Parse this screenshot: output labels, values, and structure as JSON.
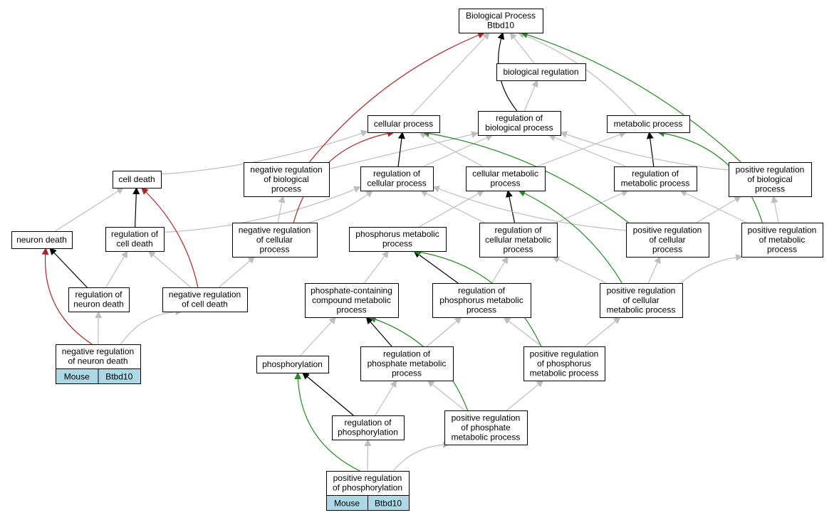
{
  "colors": {
    "is_a": "#bebebe",
    "regulates": "#000000",
    "negatively_regulates": "#b22222",
    "positively_regulates": "#228b22",
    "annotation_fill": "#add8e6"
  },
  "nodes": {
    "bp": [
      "Biological Process",
      "Btbd10"
    ],
    "bioreg": [
      "biological regulation"
    ],
    "cellproc": [
      "cellular process"
    ],
    "regbio": [
      "regulation of",
      "biological process"
    ],
    "metproc": [
      "metabolic process"
    ],
    "celldeath": [
      "cell death"
    ],
    "negregbio": [
      "negative regulation",
      "of biological",
      "process"
    ],
    "regcell": [
      "regulation of",
      "cellular process"
    ],
    "cellmet": [
      "cellular metabolic",
      "process"
    ],
    "regmet": [
      "regulation of",
      "metabolic process"
    ],
    "posregbio": [
      "positive regulation",
      "of biological",
      "process"
    ],
    "neurondeath": [
      "neuron death"
    ],
    "regcelldeath": [
      "regulation of",
      "cell death"
    ],
    "negregcellproc": [
      "negative regulation",
      "of cellular",
      "process"
    ],
    "phosmet": [
      "phosphorus metabolic",
      "process"
    ],
    "regcellmet": [
      "regulation of",
      "cellular metabolic",
      "process"
    ],
    "posregcell": [
      "positive regulation",
      "of cellular",
      "process"
    ],
    "posregmet": [
      "positive regulation",
      "of metabolic",
      "process"
    ],
    "regneurondeath": [
      "regulation of",
      "neuron death"
    ],
    "negregcelldeath": [
      "negative regulation",
      "of cell death"
    ],
    "phoscontaining": [
      "phosphate-containing",
      "compound metabolic",
      "process"
    ],
    "regphosmet": [
      "regulation of",
      "phosphorus metabolic",
      "process"
    ],
    "posregcellmet": [
      "positive regulation",
      "of cellular",
      "metabolic process"
    ],
    "negregneurondeath": [
      "negative regulation",
      "of neuron death"
    ],
    "phosphorylation": [
      "phosphorylation"
    ],
    "regphosphatemet": [
      "regulation of",
      "phosphate metabolic",
      "process"
    ],
    "posregphosmet": [
      "positive regulation",
      "of phosphorus",
      "metabolic process"
    ],
    "regphosphorylation": [
      "regulation of",
      "phosphorylation"
    ],
    "posregphosphatemet": [
      "positive regulation",
      "of phosphate",
      "metabolic process"
    ],
    "posregphosphorylation": [
      "positive regulation",
      "of phosphorylation"
    ]
  },
  "annotations": [
    {
      "node": "negregneurondeath",
      "organism": "Mouse",
      "gene": "Btbd10"
    },
    {
      "node": "posregphosphorylation",
      "organism": "Mouse",
      "gene": "Btbd10"
    }
  ],
  "edges": [
    {
      "from": "bioreg",
      "to": "bp",
      "type": "is_a"
    },
    {
      "from": "cellproc",
      "to": "bp",
      "type": "is_a"
    },
    {
      "from": "metproc",
      "to": "bp",
      "type": "is_a"
    },
    {
      "from": "regbio",
      "to": "bioreg",
      "type": "is_a"
    },
    {
      "from": "regbio",
      "to": "bp",
      "type": "regulates"
    },
    {
      "from": "celldeath",
      "to": "cellproc",
      "type": "is_a"
    },
    {
      "from": "negregbio",
      "to": "regbio",
      "type": "is_a"
    },
    {
      "from": "negregbio",
      "to": "bp",
      "type": "negatively_regulates"
    },
    {
      "from": "regcell",
      "to": "regbio",
      "type": "is_a"
    },
    {
      "from": "regcell",
      "to": "cellproc",
      "type": "regulates"
    },
    {
      "from": "cellmet",
      "to": "cellproc",
      "type": "is_a"
    },
    {
      "from": "cellmet",
      "to": "metproc",
      "type": "is_a"
    },
    {
      "from": "regmet",
      "to": "regbio",
      "type": "is_a"
    },
    {
      "from": "regmet",
      "to": "metproc",
      "type": "regulates"
    },
    {
      "from": "posregbio",
      "to": "regbio",
      "type": "is_a"
    },
    {
      "from": "posregbio",
      "to": "bp",
      "type": "positively_regulates"
    },
    {
      "from": "neurondeath",
      "to": "celldeath",
      "type": "is_a"
    },
    {
      "from": "regcelldeath",
      "to": "celldeath",
      "type": "regulates"
    },
    {
      "from": "regcelldeath",
      "to": "regcell",
      "type": "is_a"
    },
    {
      "from": "negregcellproc",
      "to": "negregbio",
      "type": "is_a"
    },
    {
      "from": "negregcellproc",
      "to": "regcell",
      "type": "is_a"
    },
    {
      "from": "negregcellproc",
      "to": "cellproc",
      "type": "negatively_regulates"
    },
    {
      "from": "phosmet",
      "to": "cellmet",
      "type": "is_a"
    },
    {
      "from": "regcellmet",
      "to": "regcell",
      "type": "is_a"
    },
    {
      "from": "regcellmet",
      "to": "regmet",
      "type": "is_a"
    },
    {
      "from": "regcellmet",
      "to": "cellmet",
      "type": "regulates"
    },
    {
      "from": "posregcell",
      "to": "regcell",
      "type": "is_a"
    },
    {
      "from": "posregcell",
      "to": "posregbio",
      "type": "is_a"
    },
    {
      "from": "posregcell",
      "to": "cellproc",
      "type": "positively_regulates"
    },
    {
      "from": "posregmet",
      "to": "regmet",
      "type": "is_a"
    },
    {
      "from": "posregmet",
      "to": "posregbio",
      "type": "is_a"
    },
    {
      "from": "posregmet",
      "to": "metproc",
      "type": "positively_regulates"
    },
    {
      "from": "regneurondeath",
      "to": "neurondeath",
      "type": "regulates"
    },
    {
      "from": "regneurondeath",
      "to": "regcelldeath",
      "type": "is_a"
    },
    {
      "from": "negregcelldeath",
      "to": "regcelldeath",
      "type": "is_a"
    },
    {
      "from": "negregcelldeath",
      "to": "negregcellproc",
      "type": "is_a"
    },
    {
      "from": "negregcelldeath",
      "to": "celldeath",
      "type": "negatively_regulates"
    },
    {
      "from": "phoscontaining",
      "to": "phosmet",
      "type": "is_a"
    },
    {
      "from": "regphosmet",
      "to": "regcellmet",
      "type": "is_a"
    },
    {
      "from": "regphosmet",
      "to": "phosmet",
      "type": "regulates"
    },
    {
      "from": "posregcellmet",
      "to": "regcellmet",
      "type": "is_a"
    },
    {
      "from": "posregcellmet",
      "to": "posregcell",
      "type": "is_a"
    },
    {
      "from": "posregcellmet",
      "to": "posregmet",
      "type": "is_a"
    },
    {
      "from": "posregcellmet",
      "to": "cellmet",
      "type": "positively_regulates"
    },
    {
      "from": "negregneurondeath",
      "to": "regneurondeath",
      "type": "is_a"
    },
    {
      "from": "negregneurondeath",
      "to": "negregcelldeath",
      "type": "is_a"
    },
    {
      "from": "negregneurondeath",
      "to": "neurondeath",
      "type": "negatively_regulates"
    },
    {
      "from": "phosphorylation",
      "to": "phoscontaining",
      "type": "is_a"
    },
    {
      "from": "regphosphatemet",
      "to": "regphosmet",
      "type": "is_a"
    },
    {
      "from": "regphosphatemet",
      "to": "phoscontaining",
      "type": "regulates"
    },
    {
      "from": "posregphosmet",
      "to": "regphosmet",
      "type": "is_a"
    },
    {
      "from": "posregphosmet",
      "to": "posregcellmet",
      "type": "is_a"
    },
    {
      "from": "posregphosmet",
      "to": "phosmet",
      "type": "positively_regulates"
    },
    {
      "from": "regphosphorylation",
      "to": "regphosphatemet",
      "type": "is_a"
    },
    {
      "from": "regphosphorylation",
      "to": "phosphorylation",
      "type": "regulates"
    },
    {
      "from": "posregphosphatemet",
      "to": "regphosphatemet",
      "type": "is_a"
    },
    {
      "from": "posregphosphatemet",
      "to": "posregphosmet",
      "type": "is_a"
    },
    {
      "from": "posregphosphatemet",
      "to": "phoscontaining",
      "type": "positively_regulates"
    },
    {
      "from": "posregphosphorylation",
      "to": "regphosphorylation",
      "type": "is_a"
    },
    {
      "from": "posregphosphorylation",
      "to": "posregphosphatemet",
      "type": "is_a"
    },
    {
      "from": "posregphosphorylation",
      "to": "phosphorylation",
      "type": "positively_regulates"
    }
  ]
}
